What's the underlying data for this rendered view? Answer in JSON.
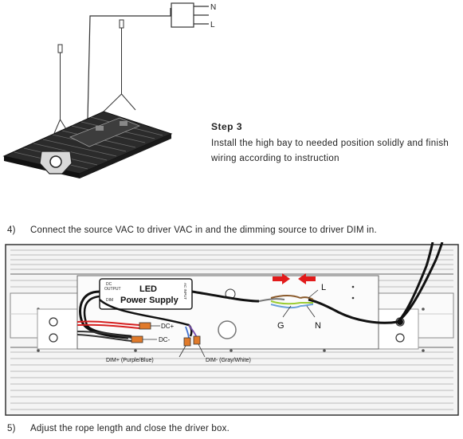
{
  "top_figure": {
    "plug_labels": {
      "n": "N",
      "l": "L"
    }
  },
  "step3": {
    "title": "Step 3",
    "line1": "Install the high bay to needed position solidly and finish",
    "line2": "wiring according to instruction"
  },
  "step4": {
    "number": "4)",
    "text": "Connect the source VAC to driver VAC in and the dimming source to driver DIM in."
  },
  "driver_figure": {
    "dc_output_line1": "DC",
    "dc_output_line2": "OUTPUT",
    "dim_side": "DIM",
    "ac_input": "AC INPUT",
    "title_line1": "LED",
    "title_line2": "Power Supply",
    "dc_plus": "DC+",
    "dc_minus": "DC-",
    "dim_plus": "DIM+ (Purple/Blue)",
    "dim_minus": "DIM- (Gray/White)",
    "wire_l": "L",
    "wire_g": "G",
    "wire_n": "N"
  },
  "step5": {
    "number": "5)",
    "text": "Adjust the rope length and close the driver box."
  }
}
